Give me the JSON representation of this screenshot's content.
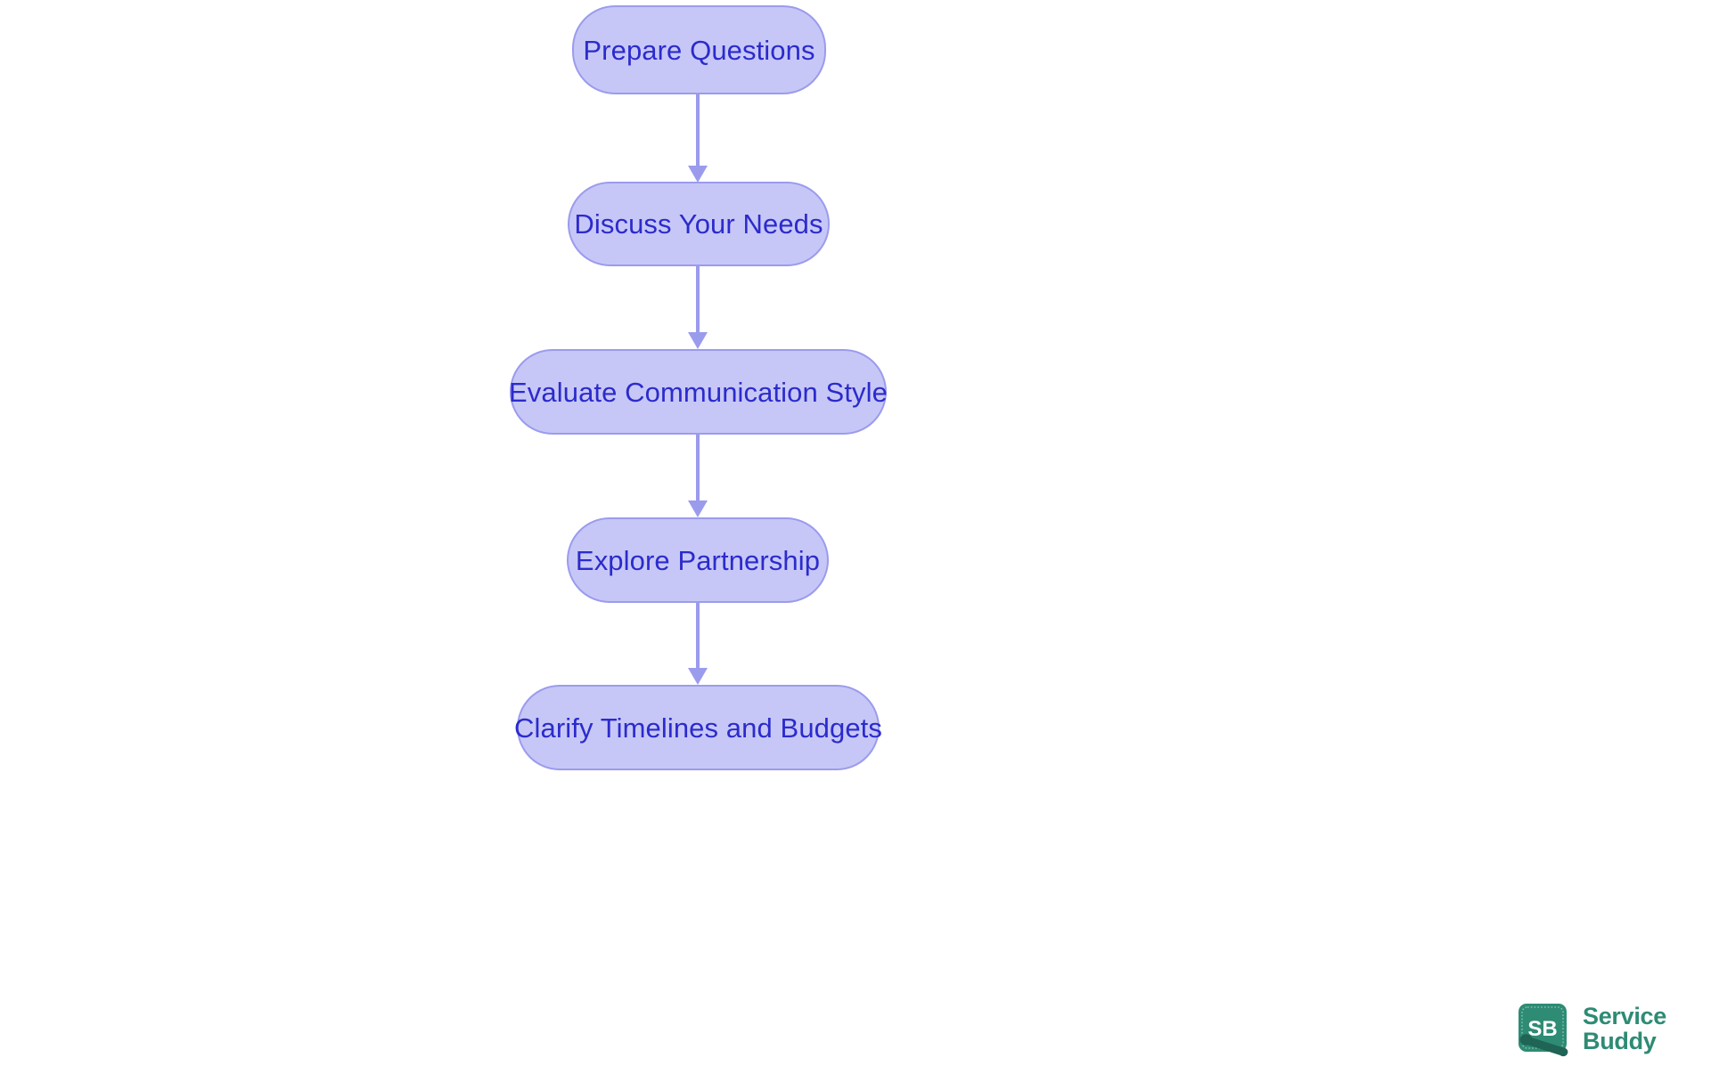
{
  "diagram": {
    "type": "flowchart",
    "orientation": "vertical-top-to-bottom",
    "background_color": "#ffffff",
    "node_fill_color": "#c7c7f7",
    "node_border_color": "#9b9bee",
    "node_text_color": "#2b2bcc",
    "connector_color": "#9b9bee",
    "nodes": [
      {
        "id": "prepare-questions",
        "label": "Prepare Questions",
        "order": 1
      },
      {
        "id": "discuss-your-needs",
        "label": "Discuss Your Needs",
        "order": 2
      },
      {
        "id": "evaluate-communication-style",
        "label": "Evaluate Communication Style",
        "order": 3
      },
      {
        "id": "explore-partnership",
        "label": "Explore Partnership",
        "order": 4
      },
      {
        "id": "clarify-timelines-budgets",
        "label": "Clarify Timelines and Budgets",
        "order": 5
      }
    ],
    "connectors": [
      {
        "from": "prepare-questions",
        "to": "discuss-your-needs",
        "arrow": "down"
      },
      {
        "from": "discuss-your-needs",
        "to": "evaluate-communication-style",
        "arrow": "down"
      },
      {
        "from": "evaluate-communication-style",
        "to": "explore-partnership",
        "arrow": "down"
      },
      {
        "from": "explore-partnership",
        "to": "clarify-timelines-budgets",
        "arrow": "down"
      }
    ]
  },
  "logo": {
    "mark_text": "SB",
    "mark_background_color": "#2e8b74",
    "mark_accent_color": "#1f6455",
    "mark_text_color": "#ffffff",
    "wordmark_color": "#2e8b74",
    "wordmark_line1": "Service",
    "wordmark_line2": "Buddy"
  }
}
